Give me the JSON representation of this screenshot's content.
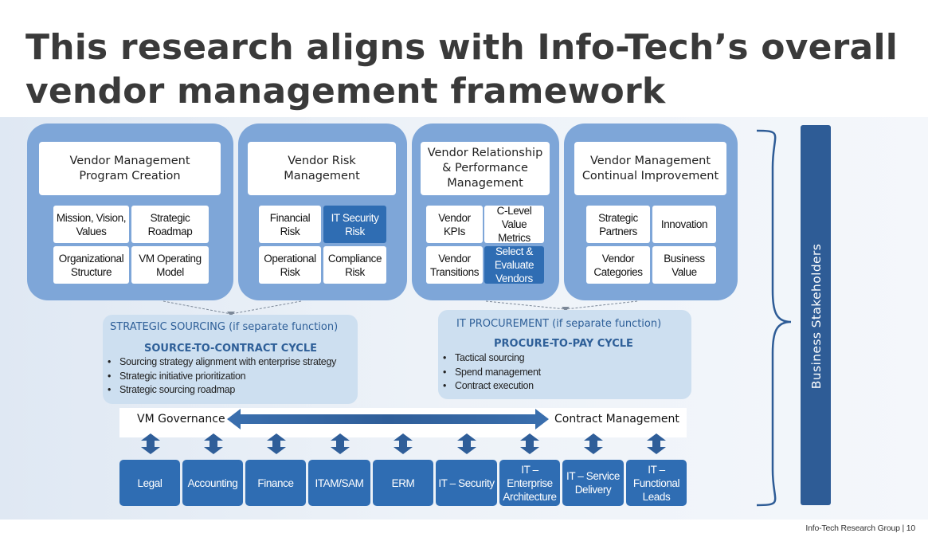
{
  "title": "This research aligns with Info-Tech’s overall vendor management framework",
  "pillars": [
    {
      "title": "Vendor Management\nProgram Creation",
      "cells": [
        "Mission, Vision,\nValues",
        "Strategic\nRoadmap",
        "Organizational\nStructure",
        "VM Operating\nModel"
      ]
    },
    {
      "title": "Vendor Risk\nManagement",
      "cells": [
        "Financial\nRisk",
        "IT Security\nRisk",
        "Operational\nRisk",
        "Compliance\nRisk"
      ]
    },
    {
      "title": "Vendor Relationship\n& Performance\nManagement",
      "cells": [
        "Vendor KPIs",
        "C-Level Value\nMetrics",
        "Vendor\nTransitions",
        "Select &\nEvaluate\nVendors"
      ]
    },
    {
      "title": "Vendor Management\nContinual Improvement",
      "cells": [
        "Strategic\nPartners",
        "Innovation",
        "Vendor\nCategories",
        "Business\nValue"
      ]
    }
  ],
  "highlight_color": "#2f6db3",
  "pillar_color": "#7ea6d8",
  "sourcing": {
    "function": "STRATEGIC SOURCING (if separate function)",
    "cycle": "SOURCE-TO-CONTRACT CYCLE",
    "bullets": [
      "Sourcing strategy alignment with enterprise strategy",
      "Strategic initiative prioritization",
      "Strategic sourcing roadmap"
    ]
  },
  "procurement": {
    "function": "IT PROCUREMENT (if separate function)",
    "cycle": "PROCURE-TO-PAY CYCLE",
    "bullets": [
      "Tactical sourcing",
      "Spend management",
      "Contract execution"
    ]
  },
  "governance": {
    "left": "VM Governance",
    "right": "Contract Management"
  },
  "functions": [
    "Legal",
    "Accounting",
    "Finance",
    "ITAM/SAM",
    "ERM",
    "IT – Security",
    "IT –\nEnterprise\nArchitecture",
    "IT – Service\nDelivery",
    "IT –\nFunctional\nLeads"
  ],
  "stakeholders": "Business Stakeholders",
  "footer": "Info-Tech Research Group   |   10"
}
